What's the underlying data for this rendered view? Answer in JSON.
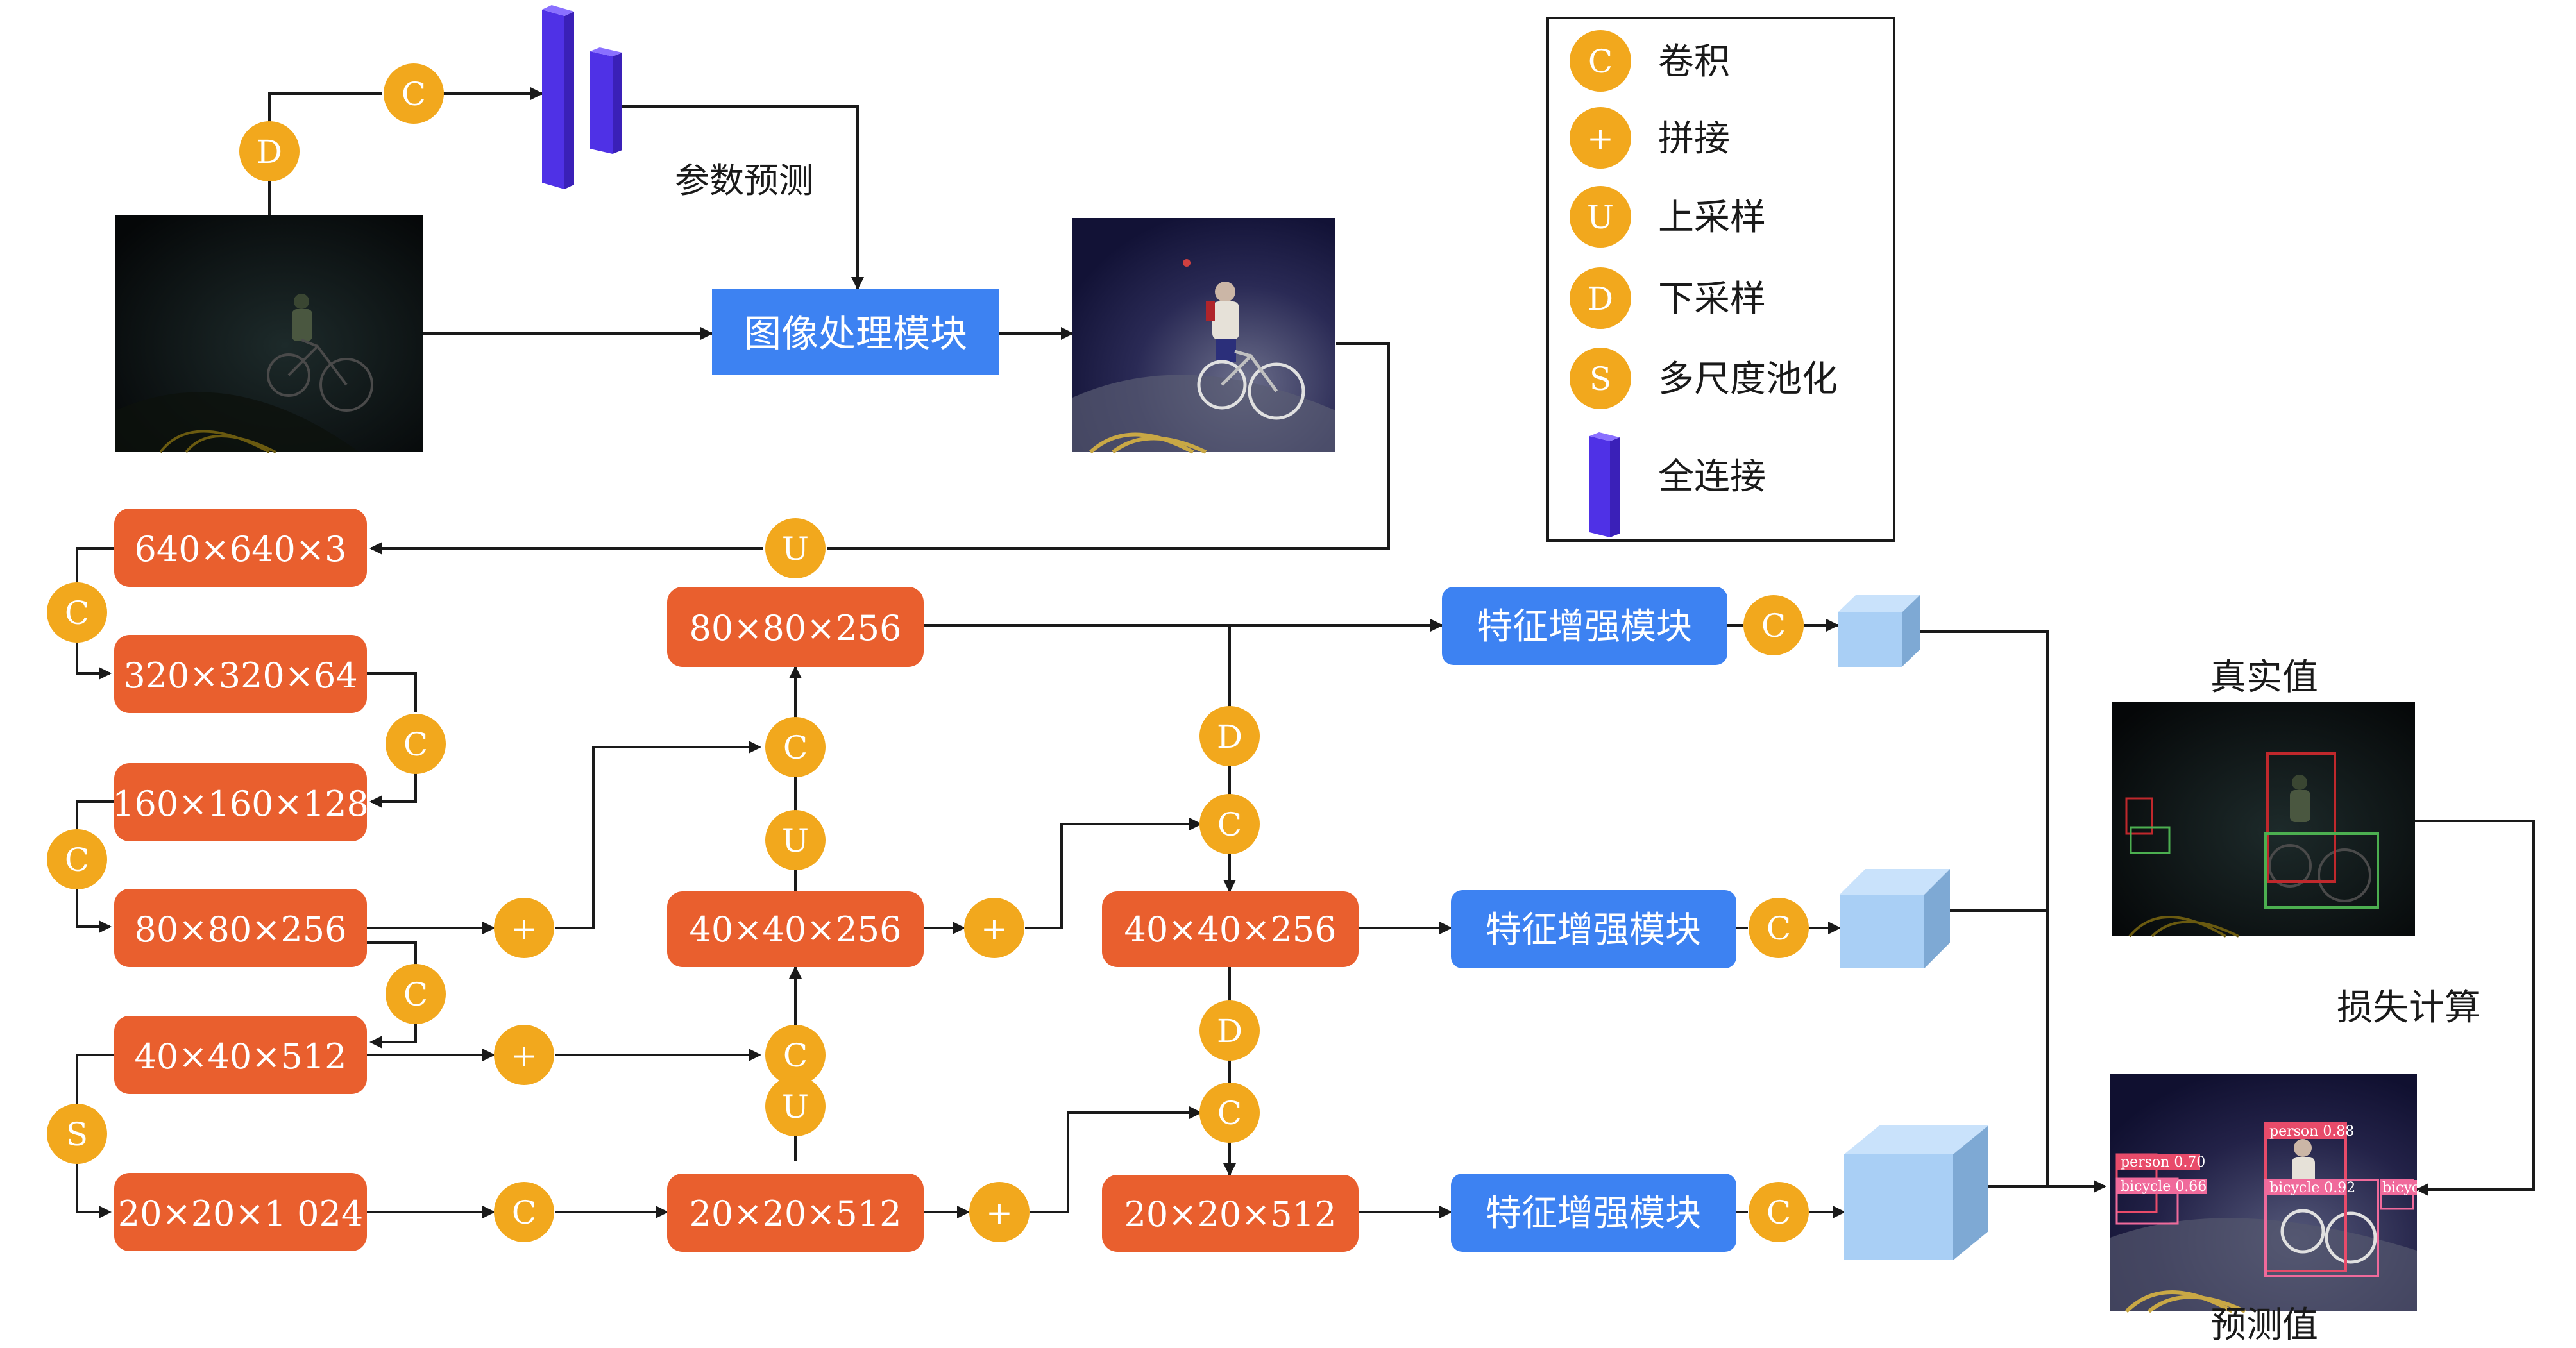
{
  "colors": {
    "orange_box": "#e95f2e",
    "blue_box": "#3d82f2",
    "circle": "#f2a81d",
    "arrow": "#1a1a1a",
    "fc_front": "#4f31e6",
    "fc_side": "#6f4dff",
    "fc_top": "#8a70ff",
    "cube_front": "#a9cff5",
    "cube_top": "#c9e2fb",
    "cube_side": "#7ea9d4",
    "bbox_person": "#e84b6a",
    "bbox_bicycle": "#f06a9b",
    "gt_person": "#c0282c",
    "gt_bicycle": "#4caf50"
  },
  "legend": {
    "items": [
      {
        "symbol": "C",
        "label": "卷积"
      },
      {
        "symbol": "+",
        "label": "拼接"
      },
      {
        "symbol": "U",
        "label": "上采样"
      },
      {
        "symbol": "D",
        "label": "下采样"
      },
      {
        "symbol": "S",
        "label": "多尺度池化"
      },
      {
        "symbol": "fc",
        "label": "全连接"
      }
    ]
  },
  "labels": {
    "param_predict": "参数预测",
    "image_module": "图像处理模块",
    "ground_truth": "真实值",
    "prediction": "预测值",
    "loss": "损失计算"
  },
  "backbone": [
    "640×640×3",
    "320×320×64",
    "160×160×128",
    "80×80×256",
    "40×40×512",
    "20×20×1 024"
  ],
  "neck_col1": [
    "80×80×256",
    "40×40×256",
    "20×20×512"
  ],
  "neck_col2": [
    "40×40×256",
    "20×20×512"
  ],
  "feature_module": "特征增强模块",
  "symbols": {
    "conv": "C",
    "concat": "+",
    "up": "U",
    "down": "D",
    "spp": "S"
  },
  "detections": [
    {
      "label": "person 0.70"
    },
    {
      "label": "bicycle 0.66"
    },
    {
      "label": "person 0.88"
    },
    {
      "label": "bicycle 0.92"
    },
    {
      "label": "bicyc"
    }
  ]
}
